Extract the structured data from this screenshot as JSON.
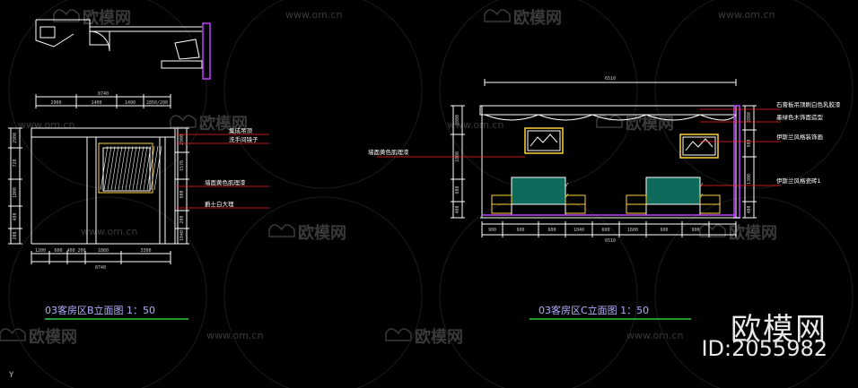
{
  "watermark": {
    "brand": "欧模网",
    "url": "www.om.cn"
  },
  "brand_logo": {
    "name": "欧模网",
    "id": "ID:2055982"
  },
  "axis_mark": "Y",
  "drawing_b": {
    "title": "03客房区B立面图 1：50",
    "labels": [
      "集成吊顶",
      "洗手间镜子",
      "墙面黄色肌理漆",
      "爵士白大理"
    ],
    "top_dims": [
      "8740",
      "2900",
      "1400",
      "1490",
      "2850/200"
    ],
    "bottom_dims": [
      "8740",
      "1200",
      "600",
      "400 200",
      "1860",
      "3300"
    ],
    "left_dims": [
      "2900",
      "720",
      "1000",
      "480",
      "200"
    ],
    "right_dims": [
      "2900",
      "1570",
      "900",
      "200",
      "1040"
    ]
  },
  "drawing_c": {
    "title": "03客房区C立面图 1：50",
    "left_labels": [
      "墙面黄色肌理漆"
    ],
    "right_labels": [
      "石膏板吊顶刷白色乳胶漆",
      "墨绿色木饰面造型",
      "伊斯兰风格装饰画",
      "伊斯兰风格瓷砖1"
    ],
    "top_dims": [
      "6510"
    ],
    "bottom_dims": [
      "6510",
      "900",
      "600",
      "600",
      "1040",
      "600",
      "1600",
      "600",
      "900"
    ],
    "left_dims": [
      "2800",
      "1800",
      "600",
      "400"
    ],
    "right_dims": [
      "2800",
      "900",
      "1300",
      "400"
    ]
  },
  "colors": {
    "background": "#000000",
    "line_white": "#ffffff",
    "line_red": "#ff2020",
    "line_green": "#2ecc40",
    "line_yellow": "#ffd23a",
    "line_magenta": "#c040ff",
    "fabric_green": "#0e6a5a",
    "watermark": "#3a3a3a"
  }
}
